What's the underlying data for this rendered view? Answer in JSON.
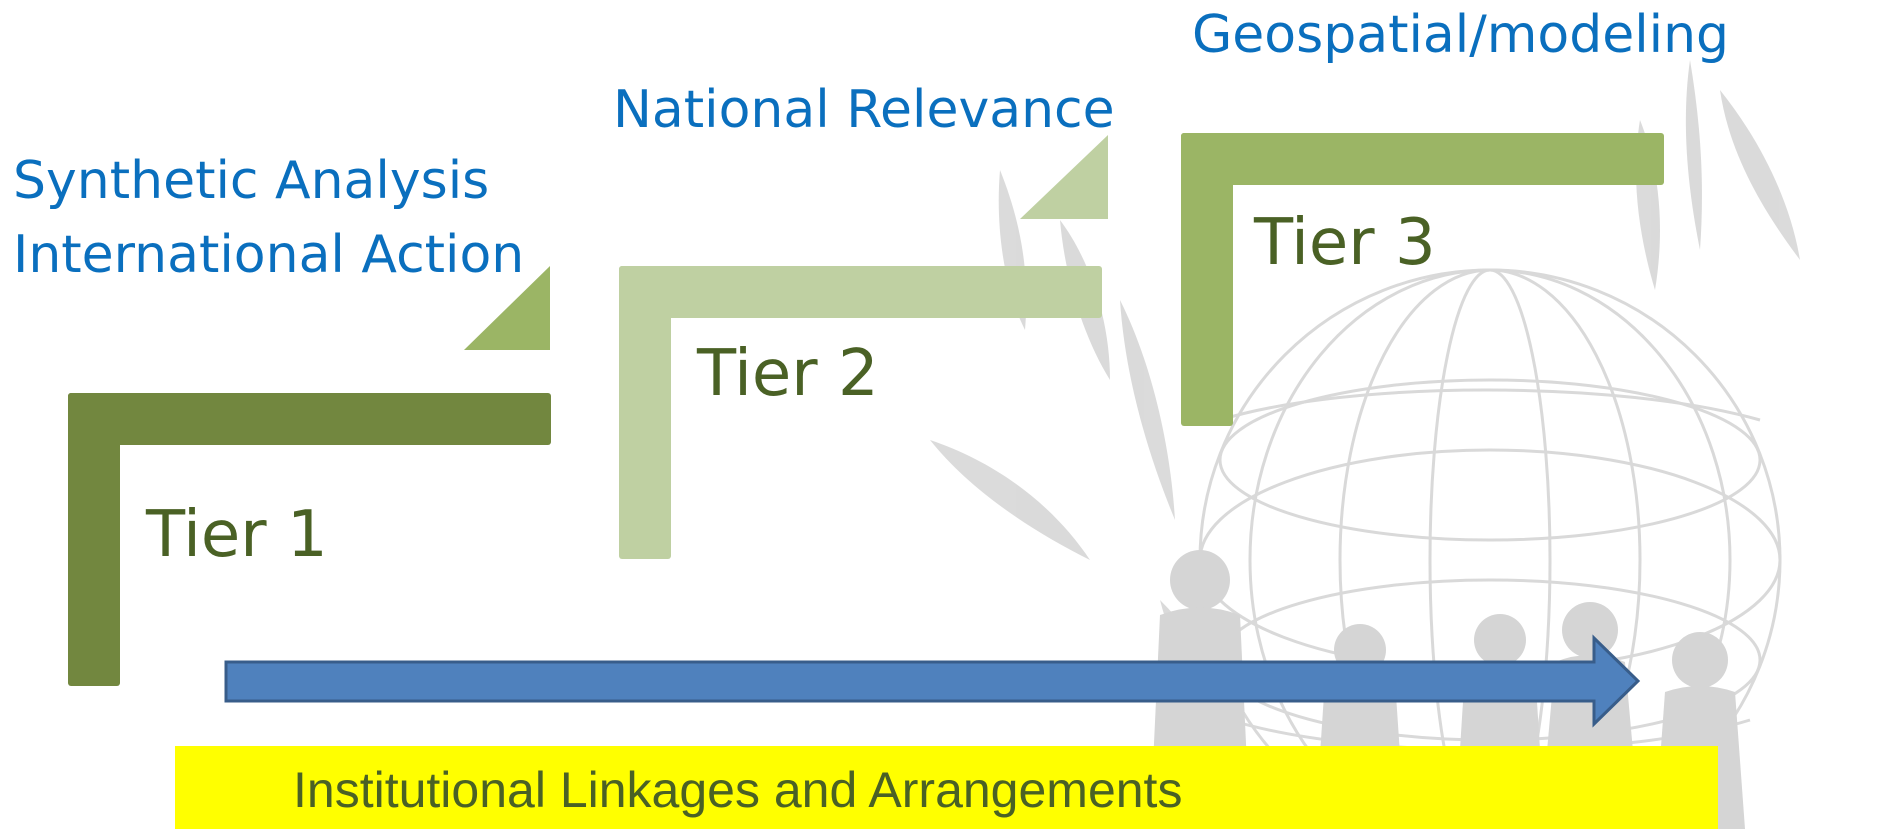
{
  "headings": {
    "tier3_caption": "Geospatial/modeling",
    "tier2_caption": "National Relevance",
    "tier1_caption_line1": "Synthetic  Analysis",
    "tier1_caption_line2": "International Action"
  },
  "tiers": [
    {
      "label": "Tier 1",
      "color": "#72873f"
    },
    {
      "label": "Tier 2",
      "color": "#bfd0a2"
    },
    {
      "label": "Tier 3",
      "color": "#9bb565"
    }
  ],
  "footer": {
    "label": "Institutional Linkages and Arrangements",
    "background": "#ffff00"
  },
  "colors": {
    "heading_text": "#0a6fbe",
    "tier_text": "#4a6125",
    "arrow_fill": "#4f81bd",
    "arrow_stroke": "#385d8a"
  },
  "icons": [
    "wheat-icon",
    "globe-icon",
    "people-silhouette-icon"
  ]
}
